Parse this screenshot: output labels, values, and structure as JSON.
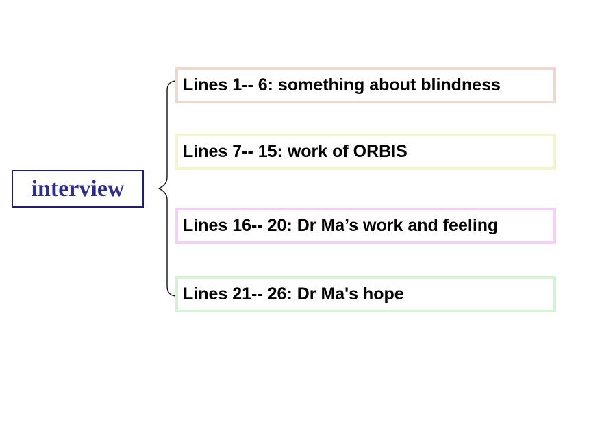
{
  "root": {
    "label": "interview",
    "text_color": "#2e2e8f",
    "border_color": "#1a1a8c"
  },
  "branches": [
    {
      "label": "Lines 1-- 6: something about blindness",
      "border_color": "#ead9cc"
    },
    {
      "label": "Lines 7-- 15: work of ORBIS",
      "border_color": "#f3f6cc"
    },
    {
      "label": "Lines 16-- 20: Dr Ma’s work and feeling",
      "border_color": "#f6cff6"
    },
    {
      "label": "Lines 21-- 26: Dr Ma's hope",
      "border_color": "#d3f3d3"
    }
  ]
}
